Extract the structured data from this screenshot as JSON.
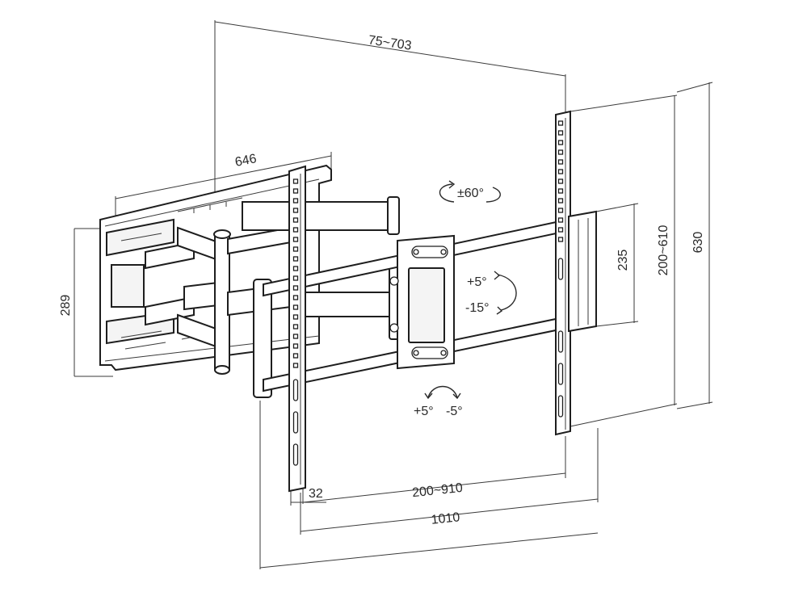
{
  "dimensions": {
    "depth_range": "75~703",
    "arm_width": "646",
    "wall_plate_height": "289",
    "rail_offset": "32",
    "vesa_horizontal": "200~910",
    "total_width": "1010",
    "rail_spacing": "235",
    "vesa_vertical": "200~610",
    "rail_length": "630"
  },
  "motion": {
    "swivel": "±60°",
    "tilt_up": "+5°",
    "tilt_down": "-15°",
    "level_plus": "+5°",
    "level_minus": "-5°"
  }
}
